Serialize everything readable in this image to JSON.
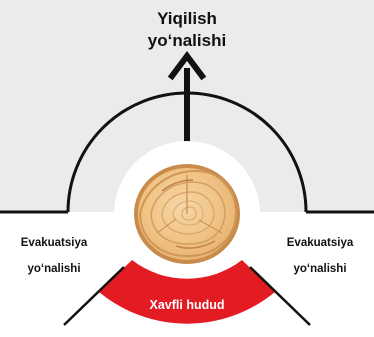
{
  "title": {
    "line1": "Yiqilish",
    "line2": "yo‘nalishi"
  },
  "evacuation_left": {
    "line1": "Evakuatsiya",
    "line2": "yo‘nalishi"
  },
  "evacuation_right": {
    "line1": "Evakuatsiya",
    "line2": "yo‘nalishi"
  },
  "danger_zone": {
    "label": "Xavfli hudud"
  },
  "colors": {
    "top_background": "#ebebeb",
    "danger_red": "#e31b23",
    "wood_light": "#f3c98f",
    "wood_mid": "#d79b55",
    "wood_dark": "#b7783a",
    "line": "#111111"
  }
}
